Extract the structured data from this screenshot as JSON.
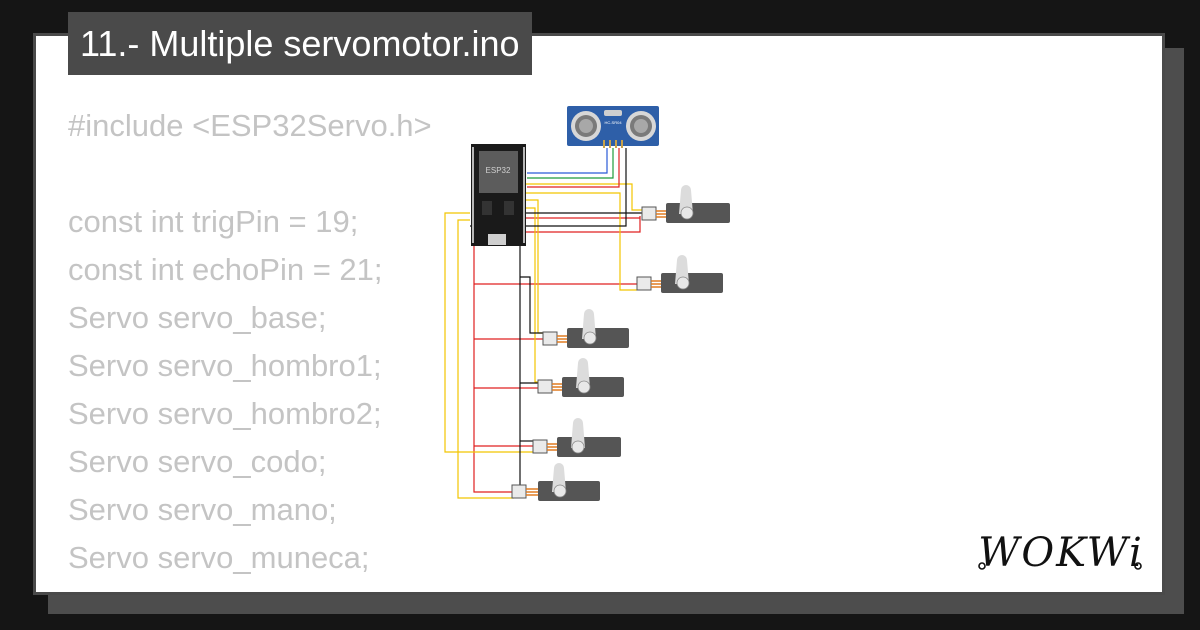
{
  "project": {
    "title": "11.- Multiple servomotor.ino"
  },
  "code_lines": [
    "#include <ESP32Servo.h>",
    "",
    "const int trigPin = 19;",
    "const int echoPin = 21;",
    "Servo servo_base;",
    "Servo servo_hombro1;",
    "Servo servo_hombro2;",
    "Servo servo_codo;",
    "Servo servo_mano;",
    "Servo servo_muneca;"
  ],
  "diagram": {
    "board_label": "ESP32",
    "sensor_label": "HC-SR04",
    "servo_count": 6
  },
  "brand": {
    "name": "WOKWi"
  },
  "colors": {
    "background": "#151515",
    "card": "#ffffff",
    "title_bg": "#4a4a4a",
    "code_text": "#c4c4c4",
    "wire_red": "#e02020",
    "wire_yellow": "#f2c500",
    "wire_black": "#111111",
    "wire_blue": "#2a5bd7",
    "wire_green": "#1f9b3a"
  }
}
